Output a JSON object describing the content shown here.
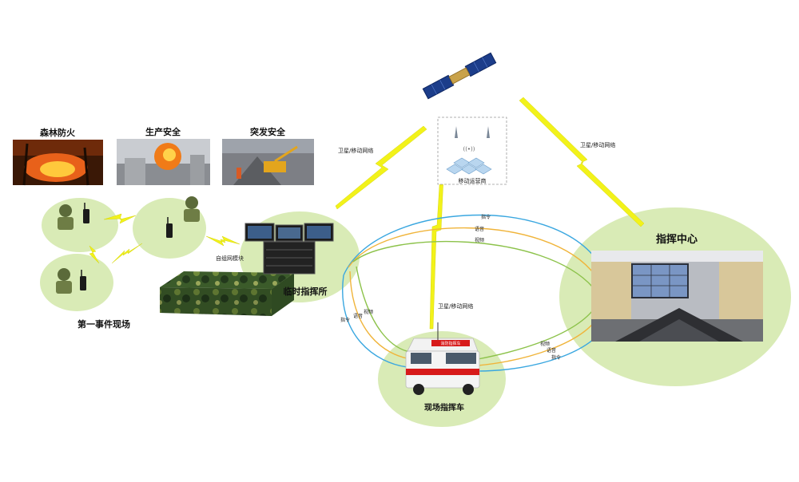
{
  "scenes": [
    {
      "label": "森林防火",
      "icon": "forest-fire-photo"
    },
    {
      "label": "生产安全",
      "icon": "factory-explosion-photo"
    },
    {
      "label": "突发安全",
      "icon": "disaster-rescue-photo"
    }
  ],
  "nodes": {
    "first_scene": "第一事件现场",
    "temp_command": "临时指挥所",
    "command_center": "指挥中心",
    "field_vehicle": "现场指挥车",
    "carrier": "移动运营商",
    "adhoc_module": "自组网模块"
  },
  "links": {
    "sat_left": "卫星/移动网络",
    "sat_right": "卫星/移动网络",
    "sat_vehicle": "卫星/移动网络"
  },
  "signals": {
    "cmd": "指令",
    "voice": "语音",
    "video": "视频"
  },
  "vehicle_text": "消防指挥车",
  "carrier_signal": "((•))",
  "colors": {
    "bubble": "#d9ebb6",
    "lightning": "#f2f21a",
    "link_cmd": "#3aa7e0",
    "link_voice": "#f0b43a",
    "link_video": "#8cc24a"
  }
}
